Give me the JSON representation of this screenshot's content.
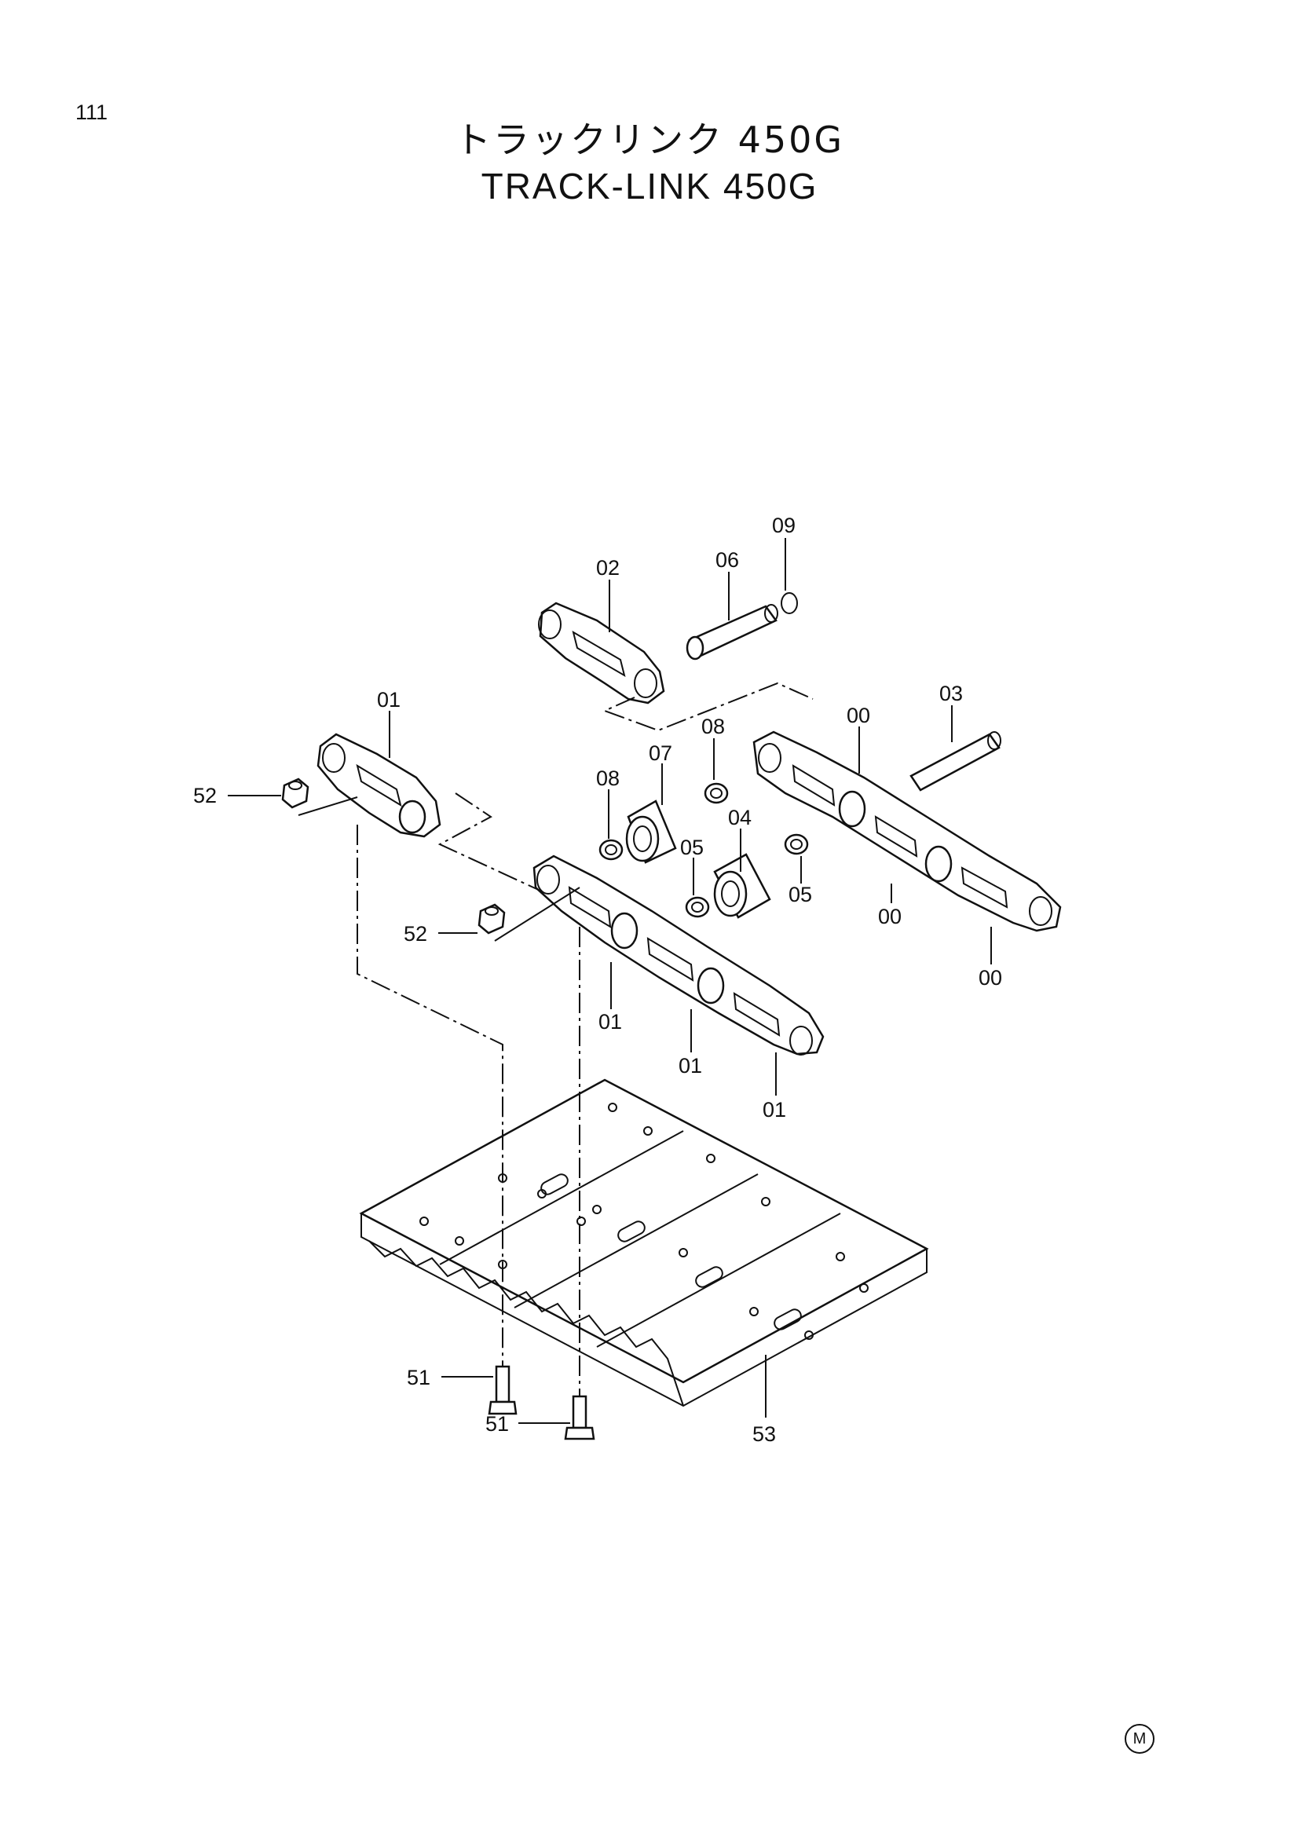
{
  "page_number": "111",
  "title_jp": "トラックリンク 450G",
  "title_en": "TRACK-LINK 450G",
  "callouts": {
    "c09": "09",
    "c02": "02",
    "c06": "06",
    "c01_top": "01",
    "c03": "03",
    "c00_top": "00",
    "c08_right": "08",
    "c07": "07",
    "c08_left": "08",
    "c52_top": "52",
    "c04": "04",
    "c05_left": "05",
    "c05_right": "05",
    "c00_mid": "00",
    "c00_bottom": "00",
    "c52_mid": "52",
    "c01_a": "01",
    "c01_b": "01",
    "c01_c": "01",
    "c51_left": "51",
    "c51_right": "51",
    "c53": "53"
  },
  "footer_mark": "M"
}
